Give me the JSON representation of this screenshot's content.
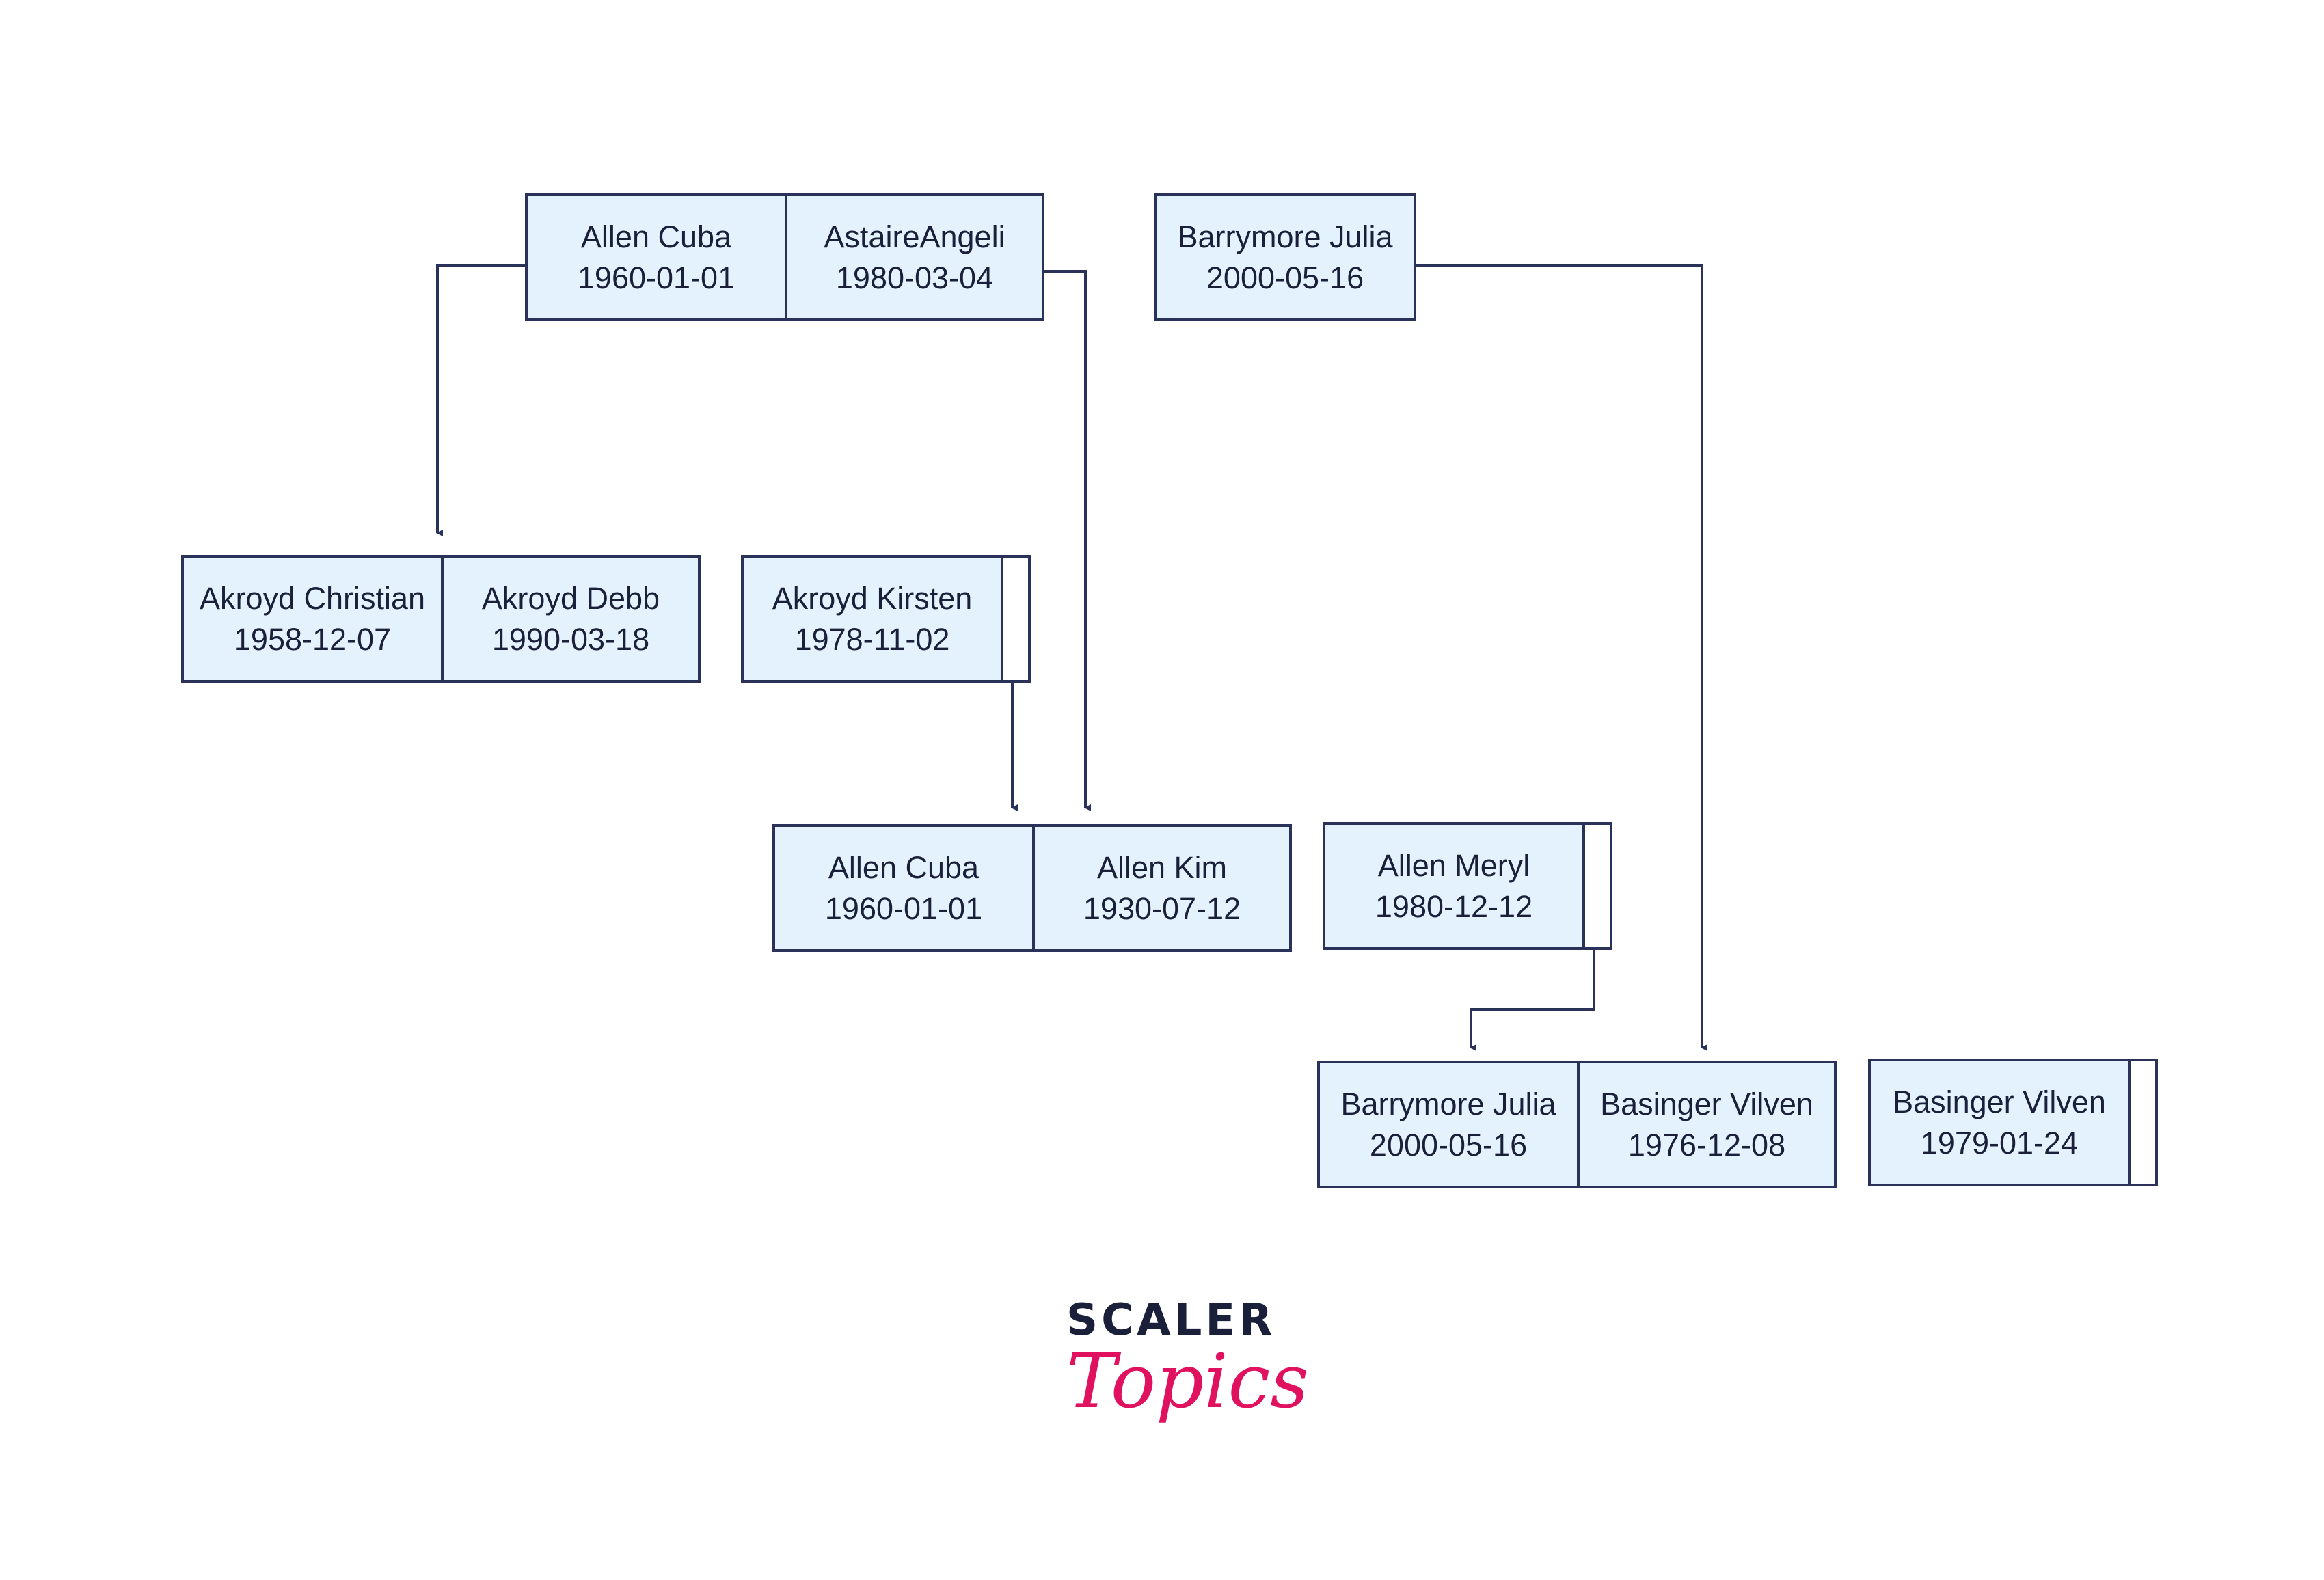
{
  "diagram": {
    "nodes": [
      {
        "id": "root-left",
        "keys": [
          {
            "name": "Allen Cuba",
            "date": "1960-01-01"
          },
          {
            "name": "AstaireAngeli",
            "date": "1980-03-04"
          }
        ]
      },
      {
        "id": "root-right",
        "keys": [
          {
            "name": "Barrymore Julia",
            "date": "2000-05-16"
          }
        ]
      },
      {
        "id": "level2-a",
        "keys": [
          {
            "name": "Akroyd Christian",
            "date": "1958-12-07"
          },
          {
            "name": "Akroyd Debb",
            "date": "1990-03-18"
          }
        ]
      },
      {
        "id": "level2-b",
        "keys": [
          {
            "name": "Akroyd Kirsten",
            "date": "1978-11-02"
          }
        ]
      },
      {
        "id": "level3-a",
        "keys": [
          {
            "name": "Allen Cuba",
            "date": "1960-01-01"
          },
          {
            "name": "Allen Kim",
            "date": "1930-07-12"
          }
        ]
      },
      {
        "id": "level3-b",
        "keys": [
          {
            "name": "Allen Meryl",
            "date": "1980-12-12"
          }
        ]
      },
      {
        "id": "level4-a",
        "keys": [
          {
            "name": "Barrymore Julia",
            "date": "2000-05-16"
          },
          {
            "name": "Basinger Vilven",
            "date": "1976-12-08"
          }
        ]
      },
      {
        "id": "level4-b",
        "keys": [
          {
            "name": "Basinger Vilven",
            "date": "1979-01-24"
          }
        ]
      }
    ],
    "edges": [
      {
        "from": "root-left",
        "to": "level2-a"
      },
      {
        "from": "root-left",
        "to": "level3-a"
      },
      {
        "from": "root-right",
        "to": "level4-a"
      },
      {
        "from": "level2-b",
        "to": "level3-a"
      },
      {
        "from": "level3-b",
        "to": "level4-a"
      }
    ],
    "line_color": "#2b3259",
    "node_fill": "#e3f2fd"
  },
  "logo": {
    "word": "SCALER",
    "script": "Topics",
    "word_color": "#1a1f3a",
    "script_color": "#e0115f"
  }
}
